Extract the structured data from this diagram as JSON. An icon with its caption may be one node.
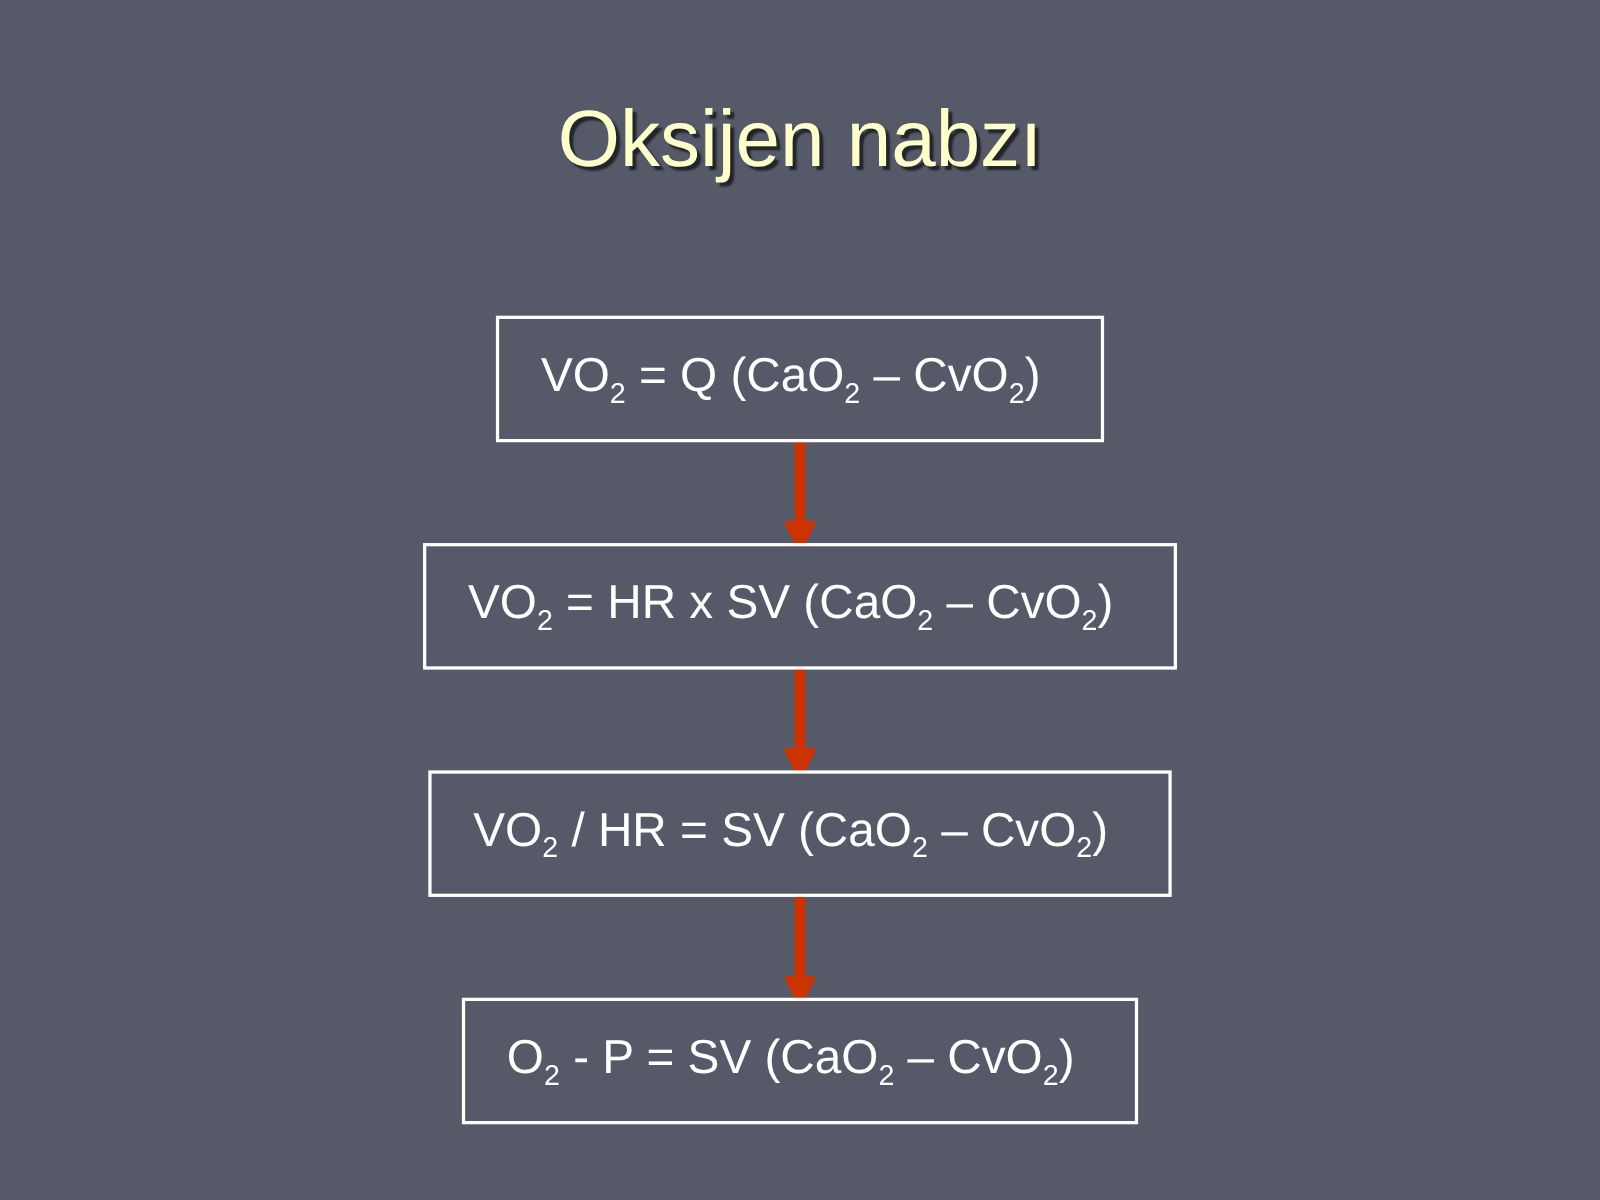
{
  "diagram": {
    "title": "Oksijen nabzı",
    "nodes": [
      {
        "text": [
          "VO$_{2}$ = Q (CaO$_{2}$ – CvO$_{2}$)"
        ]
      },
      {
        "text": [
          "VO$_{2}$ = HR x SV (CaO$_{2}$ – CvO$_{2}$)"
        ]
      },
      {
        "text": [
          "VO$_{2}$ / HR = SV (CaO$_{2}$ – CvO$_{2}$)"
        ]
      },
      {
        "text": [
          "O$_{2}$ - P = SV (CaO$_{2}$ – CvO$_{2}$)"
        ]
      }
    ],
    "edges": [
      {
        "from": 0,
        "to": 1,
        "arrow": "to"
      },
      {
        "from": 1,
        "to": 2,
        "arrow": "to"
      },
      {
        "from": 2,
        "to": 3,
        "arrow": "to"
      }
    ]
  }
}
